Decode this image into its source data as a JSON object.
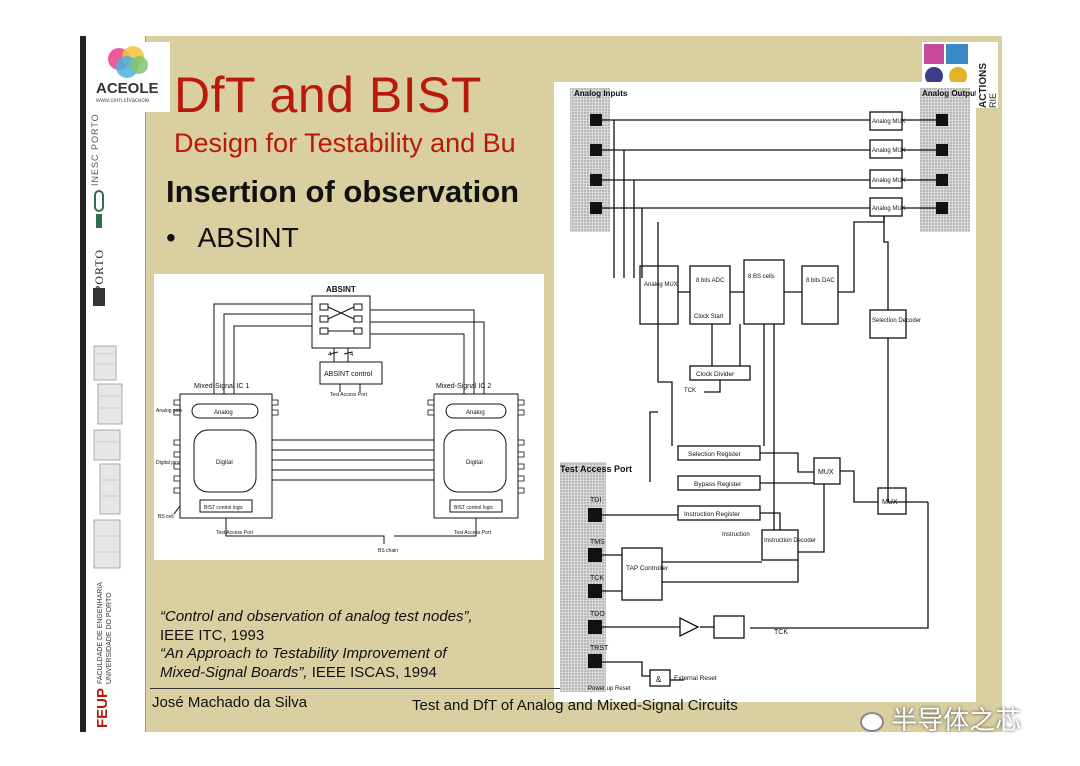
{
  "slide": {
    "title": "DfT and BIST",
    "subtitle": "Design for Testability and Bu",
    "heading": "Insertion of observation",
    "bullet": "ABSINT"
  },
  "logos": {
    "aceole_name": "ACEOLE",
    "aceole_url": "www.cern.ch/aceole",
    "inesc": "INESC PORTO",
    "uporto": "U.PORTO",
    "feup_short": "FEUP",
    "feup_long_1": "FACULDADE DE ENGENHARIA",
    "feup_long_2": "UNIVERSIDADE DO PORTO",
    "top_right_text": "ACTIONS",
    "top_right_text2": "RIE"
  },
  "references": [
    {
      "text": "“Control and observation of analog test nodes”,",
      "italic": true
    },
    {
      "text": "IEEE ITC, 1993",
      "italic": false
    },
    {
      "text": " “An Approach to Testability Improvement of",
      "italic": true
    },
    {
      "text": "Mixed-Signal Boards”,",
      "italic": true,
      "tail": "  IEEE ISCAS, 1994"
    }
  ],
  "footer": {
    "author": "José Machado da Silva",
    "course": "Test and DfT of Analog and Mixed-Signal Circuits"
  },
  "watermark": "半导体之芯",
  "absint_figure": {
    "top_label": "ABSINT",
    "control": "ABSINT control",
    "tap": "Test Access Port",
    "ic1": "Mixed-Signal IC 1",
    "ic2": "Mixed-Signal IC 2",
    "analog_pins": "Analog pins",
    "digital_pins": "Digital pins",
    "analog": "Analog",
    "digital": "Digital",
    "bist": "BIST control logic",
    "bs_cell": "BS cell",
    "bs_chain": "BS chain",
    "bus4a": "4",
    "bus4b": "4"
  },
  "right_figure": {
    "analog_inputs": "Analog Inputs",
    "analog_outputs": "Analog Outputs",
    "analog_mux": "Analog MUX",
    "adc": "8 bits ADC",
    "clock_start": "Clock Start",
    "bs_cells": "8 BS cells",
    "dac": "8 bits DAC",
    "selection_decoder": "Selection Decoder",
    "clock_divider": "Clock Divider",
    "tck": "TCK",
    "selection_register": "Selection Register",
    "bypass_register": "Bypass Register",
    "instruction_register": "Instruction Register",
    "instruction": "Instruction",
    "instruction_decoder": "Instruction Decoder",
    "mux": "MUX",
    "tap_port": "Test Access Port",
    "tdi": "TDI",
    "tms": "TMS",
    "tck_pin": "TCK",
    "tdo": "TDO",
    "trst": "TRST",
    "tap_controller": "TAP Controller",
    "tck_bar": "TCK",
    "external_reset": "External Reset",
    "power_up_reset": "Power up Reset",
    "and_gate": "&"
  }
}
